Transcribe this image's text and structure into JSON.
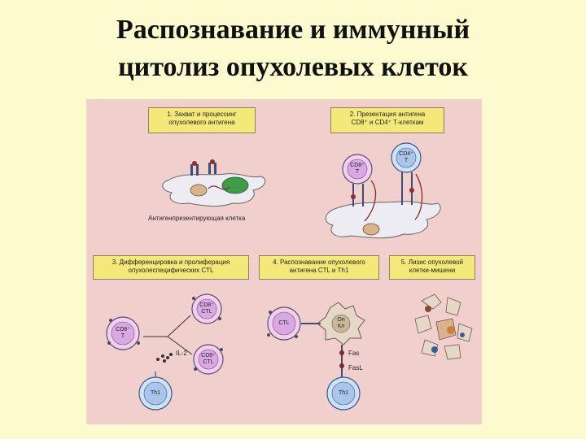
{
  "title": {
    "line1": "Распознавание и иммунный",
    "line2": "цитолиз опухолевых клеток"
  },
  "figure": {
    "step1": {
      "line1": "1. Захват и процессинг",
      "line2": "опухолевого антигена"
    },
    "step2": {
      "line1": "2. Презентация антигена",
      "line2": "CD8⁺ и CD4⁺ Т-клеткам"
    },
    "step3": {
      "line1": "3. Дифференцировка и пролиферация",
      "line2": "опухолеспецифических CTL"
    },
    "step4": {
      "line1": "4. Распознавание опухолевого",
      "line2": "антигена CTL и Th1"
    },
    "step5": {
      "line1": "5. Лизис опухолевой",
      "line2": "клетки-мишени"
    },
    "apc_label": "Антигенпрезентирующая клетка",
    "cells": {
      "cd8_a": "CD8⁺",
      "t_a": "T",
      "cd4": "CD4⁺",
      "t_b": "T",
      "cd8_b": "CD8⁺",
      "t_c": "T",
      "ctl_cd8_1": "CD8⁺",
      "ctl_1": "CTL",
      "ctl_cd8_2": "CD8⁺",
      "ctl_2": "CTL",
      "th1_a": "Th1",
      "ctl_3": "CTL",
      "tumor_1": "Оп",
      "tumor_2": "Кл",
      "th1_b": "Th1"
    },
    "il2": "IL-2",
    "fas": "Fas",
    "fasl": "FasL"
  }
}
